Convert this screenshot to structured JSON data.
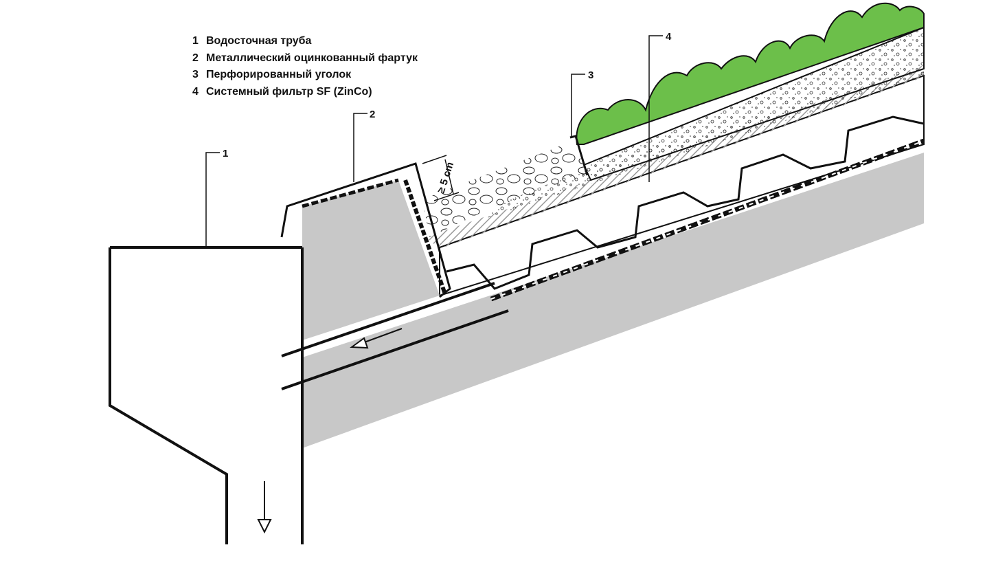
{
  "legend": [
    {
      "number": "1",
      "label": "Водосточная труба"
    },
    {
      "number": "2",
      "label": "Металлический оцинкованный фартук"
    },
    {
      "number": "3",
      "label": "Перфорированный уголок"
    },
    {
      "number": "4",
      "label": "Системный фильтр SF (ZinCo)"
    }
  ],
  "callouts": [
    "1",
    "2",
    "3",
    "4"
  ],
  "dimension_label": "≥ 5 cm",
  "colors": {
    "vegetation": "#6cbf4a",
    "concrete": "#c8c8c8",
    "line": "#111111",
    "hatch": "#999999"
  }
}
